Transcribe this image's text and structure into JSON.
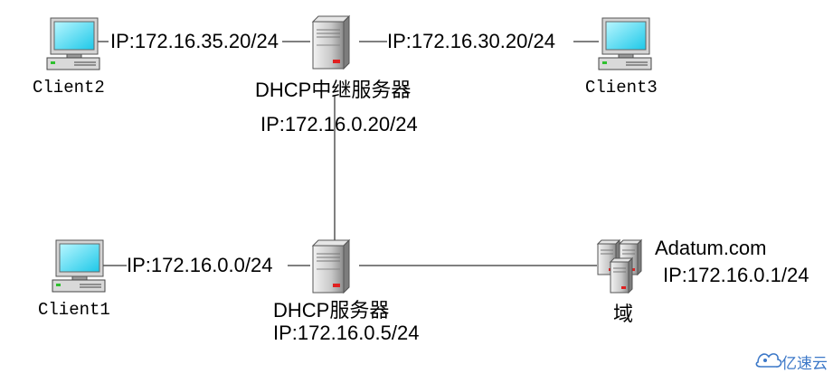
{
  "nodes": {
    "client2": {
      "label": "Client2"
    },
    "client3": {
      "label": "Client3"
    },
    "client1": {
      "label": "Client1"
    },
    "relay_server": {
      "label": "DHCP中继服务器"
    },
    "dhcp_server": {
      "label": "DHCP服务器"
    },
    "domain": {
      "label": "域",
      "name": "Adatum.com",
      "ip": "IP:172.16.0.1/24"
    }
  },
  "links": {
    "client2_relay_ip": "IP:172.16.35.20/24",
    "relay_client3_ip": "IP:172.16.30.20/24",
    "relay_ip": "IP:172.16.0.20/24",
    "client1_dhcp_ip": "IP:172.16.0.0/24",
    "dhcp_ip": "IP:172.16.0.5/24"
  },
  "watermark": {
    "text": "亿速云"
  }
}
